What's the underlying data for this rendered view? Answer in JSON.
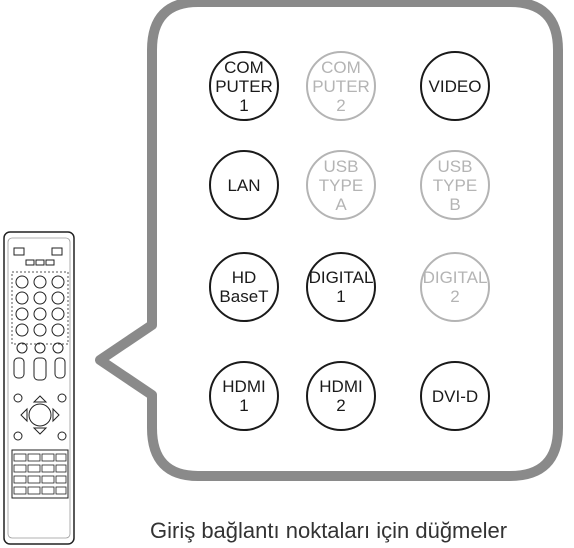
{
  "caption": "Giriş bağlantı noktaları için düğmeler",
  "colors": {
    "active": "#1a1a1a",
    "inactive": "#b4b4b4",
    "callout_border": "#8a8a8a"
  },
  "buttons": [
    {
      "id": "computer-1",
      "label": "COM\nPUTER\n1",
      "active": true
    },
    {
      "id": "computer-2",
      "label": "COM\nPUTER\n2",
      "active": false
    },
    {
      "id": "video",
      "label": "VIDEO",
      "active": true
    },
    {
      "id": "lan",
      "label": "LAN",
      "active": true
    },
    {
      "id": "usb-type-a",
      "label": "USB\nTYPE\nA",
      "active": false
    },
    {
      "id": "usb-type-b",
      "label": "USB\nTYPE\nB",
      "active": false
    },
    {
      "id": "hdbaset",
      "label": "HD\nBaseT",
      "active": true
    },
    {
      "id": "digital-1",
      "label": "DIGITAL\n1",
      "active": true
    },
    {
      "id": "digital-2",
      "label": "DIGITAL\n2",
      "active": false
    },
    {
      "id": "hdmi-1",
      "label": "HDMI\n1",
      "active": true
    },
    {
      "id": "hdmi-2",
      "label": "HDMI\n2",
      "active": true
    },
    {
      "id": "dvi-d",
      "label": "DVI-D",
      "active": true
    }
  ]
}
